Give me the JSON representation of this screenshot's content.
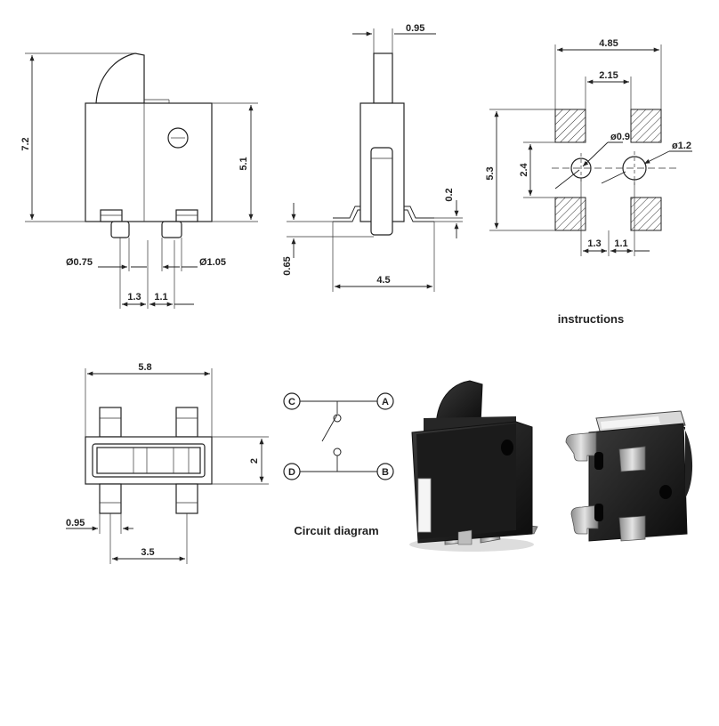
{
  "front_view": {
    "d_height_total": "7.2",
    "d_height_body": "5.1",
    "d_pin_dia_left": "Ø0.75",
    "d_pin_dia_right": "Ø1.05",
    "d_pitch_left": "1.3",
    "d_pitch_right": "1.1"
  },
  "side_view": {
    "d_plunger_width": "0.95",
    "d_lead_thickness": "0.2",
    "d_standoff": "0.65",
    "d_lead_span": "4.5"
  },
  "pcb_layout": {
    "d_overall_width": "4.85",
    "d_pad_gap": "2.15",
    "d_overall_height": "5.3",
    "d_pad_pitch": "2.4",
    "d_hole_small": "ø0.9",
    "d_hole_large": "ø1.2",
    "d_offset_left": "1.3",
    "d_offset_right": "1.1"
  },
  "instructions_label": "instructions",
  "bottom_view": {
    "d_width": "5.8",
    "d_height": "2",
    "d_pin_width": "0.95",
    "d_pin_span": "3.5"
  },
  "circuit": {
    "caption": "Circuit diagram",
    "terminal_c": "C",
    "terminal_a": "A",
    "terminal_d": "D",
    "terminal_b": "B"
  }
}
